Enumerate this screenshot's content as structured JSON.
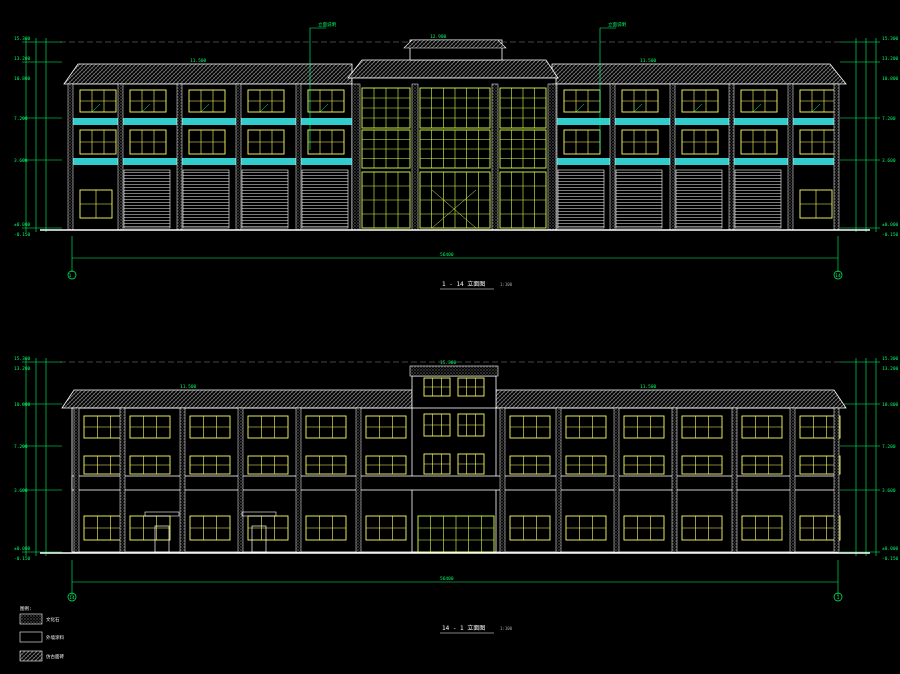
{
  "drawing": {
    "background": "#000000",
    "colors": {
      "outline": "#ffffff",
      "window": "#ffff66",
      "glass": "#d9ff4d",
      "dimension": "#00ff66",
      "band": "#33cccc",
      "annotation": "#00ff88"
    },
    "elevations": [
      {
        "title": "1 - 14 立面图",
        "scale": "1:100",
        "axis_left": "1",
        "axis_right": "14",
        "total_dimension": "56400",
        "level_labels": [
          "15.300",
          "13.200",
          "10.800",
          "7.200",
          "3.600",
          "±0.000",
          "-0.150"
        ],
        "roof_labels": [
          "11.500",
          "11.500",
          "12.900"
        ],
        "callouts": [
          "立面说明",
          "立面说明"
        ]
      },
      {
        "title": "14 - 1 立面图",
        "scale": "1:100",
        "axis_left": "14",
        "axis_right": "1",
        "total_dimension": "56400",
        "level_labels": [
          "15.300",
          "13.200",
          "10.800",
          "7.200",
          "3.600",
          "±0.000",
          "-0.150"
        ],
        "roof_labels": [
          "11.500",
          "11.500",
          "15.300"
        ],
        "callouts": []
      }
    ],
    "legend": {
      "title": "图例:",
      "items": [
        {
          "icon": "stone-hatch-swatch",
          "label": "文化石"
        },
        {
          "icon": "plain-swatch",
          "label": "外墙涂料"
        },
        {
          "icon": "tile-hatch-swatch",
          "label": "仿古面砖"
        }
      ]
    }
  }
}
